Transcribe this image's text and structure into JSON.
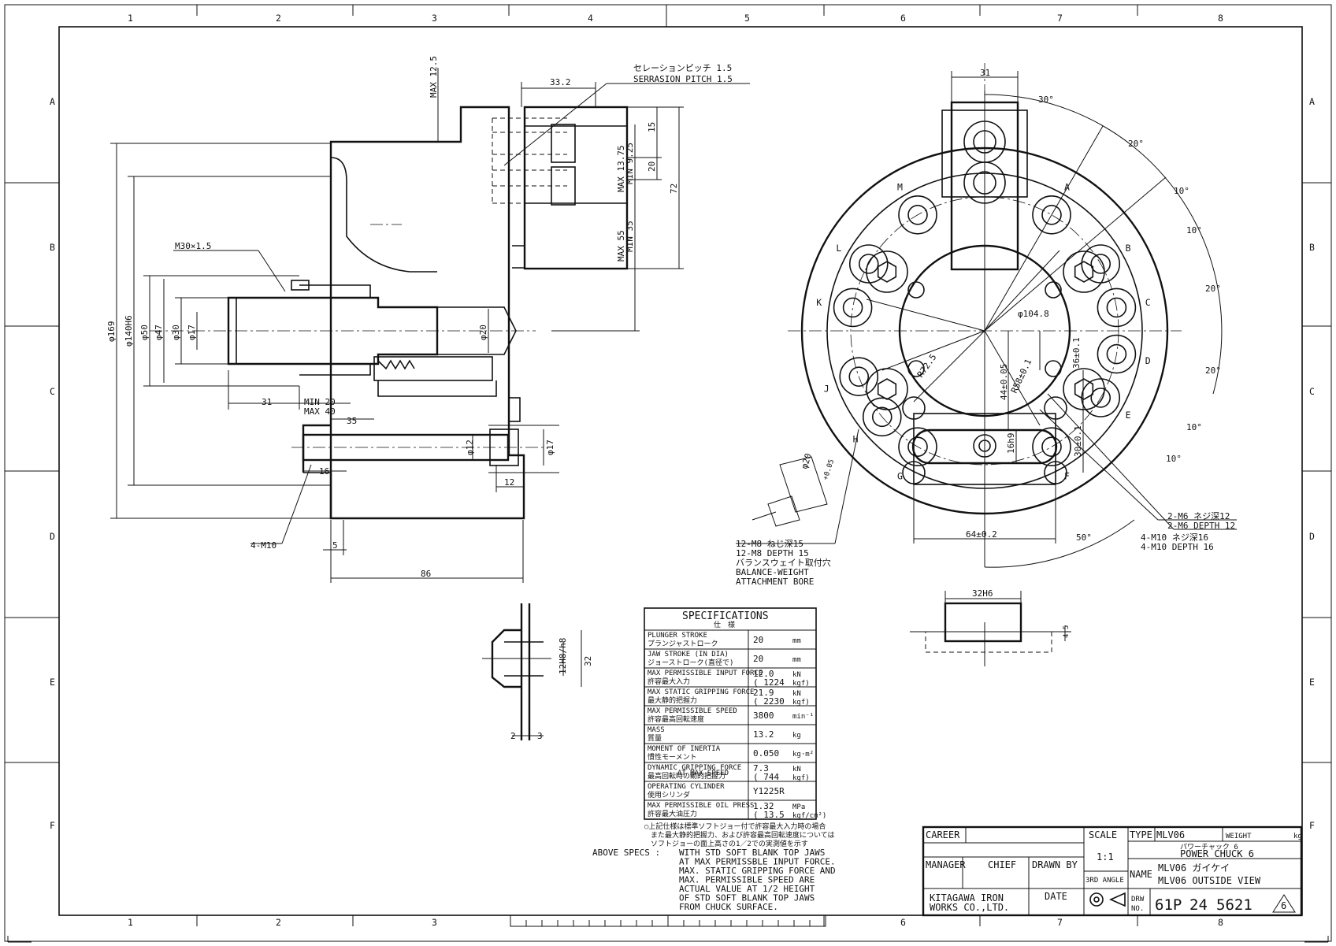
{
  "frame": {
    "columns": [
      "1",
      "2",
      "3",
      "4",
      "5",
      "6",
      "7",
      "8"
    ],
    "rows": [
      "A",
      "B",
      "C",
      "D",
      "E",
      "F"
    ]
  },
  "side_view": {
    "serration_jp": "セレーションピッチ 1.5",
    "serration_en": "SERRASION PITCH 1.5",
    "max125": "MAX 12.5",
    "d332": "33.2",
    "d15": "15",
    "d20": "20",
    "d72": "72",
    "max1375": "MAX 13.75",
    "min925": "MIN 9.25",
    "max55": "MAX 55",
    "min35": "MIN 35",
    "m30": "M30×1.5",
    "phi169": "φ169",
    "phi140": "φ140H6",
    "phi50": "φ50",
    "phi47": "φ47",
    "phi30": "φ30",
    "phi17": "φ17",
    "phi20": "φ20",
    "d31": "31",
    "min20": "MIN 20",
    "max40": "MAX 40",
    "d35": "35",
    "phi12": "φ12",
    "phi17b": "φ17",
    "d16": "16",
    "d12": "12",
    "m10": "4-M10",
    "d5": "5",
    "d86": "86"
  },
  "front_view": {
    "d31": "31",
    "a30": "30°",
    "a20a": "20°",
    "a10a": "10°",
    "a10b": "10°",
    "a20b": "20°",
    "a20c": "20°",
    "a10c": "10°",
    "a10d": "10°",
    "a50": "50°",
    "phi1048": "φ104.8",
    "r725": "R72.5",
    "r58": "R58±0.1",
    "d44": "44±0.05",
    "d36": "36±0.1",
    "d30": "30±0.1",
    "d16h9": "16h9",
    "d64": "64±0.2",
    "phi20": "φ20",
    "tol": "+0.05",
    "letters": [
      "A",
      "B",
      "C",
      "D",
      "E",
      "F",
      "G",
      "H",
      "J",
      "K",
      "L",
      "M"
    ],
    "m6_jp": "2-M6 ネジ深12",
    "m6_en": "2-M6 DEPTH 12",
    "m10_jp": "4-M10 ネジ深16",
    "m10_en": "4-M10 DEPTH 16",
    "m8_jp": "12-M8 ねじ深15",
    "m8_en": "12-M8 DEPTH 15",
    "bw_jp": "バランスウェイト取付穴",
    "bw_en1": "BALANCE-WEIGHT",
    "bw_en2": "ATTACHMENT BORE"
  },
  "detail": {
    "d32": "32",
    "d12h8": "12H8/h8",
    "d2": "2",
    "d3": "3",
    "d32h6": "32H6",
    "d45": "4.5"
  },
  "specs": {
    "title": "SPECIFICATIONS",
    "title_jp": "仕　様",
    "rows": [
      {
        "en": "PLUNGER STROKE",
        "jp": "プランジャストローク",
        "v1": "20",
        "v2": "",
        "u1": "mm",
        "u2": ""
      },
      {
        "en": "JAW STROKE (IN DIA)",
        "jp": "ジョーストローク(直径で)",
        "v1": "20",
        "v2": "",
        "u1": "mm",
        "u2": ""
      },
      {
        "en": "MAX PERMISSIBLE INPUT FORCE",
        "jp": "許容最大入力",
        "v1": "12.0",
        "v2": "( 1224",
        "u1": "kN",
        "u2": "kgf)"
      },
      {
        "en": "MAX STATIC GRIPPING FORCE",
        "jp": "最大静的把握力",
        "v1": "21.9",
        "v2": "( 2230",
        "u1": "kN",
        "u2": "kgf)"
      },
      {
        "en": "MAX PERMISSIBLE SPEED",
        "jp": "許容最高回転速度",
        "v1": "3800",
        "v2": "",
        "u1": "min⁻¹",
        "u2": ""
      },
      {
        "en": "MASS",
        "jp": "質量",
        "v1": "13.2",
        "v2": "",
        "u1": "kg",
        "u2": ""
      },
      {
        "en": "MOMENT OF INERTIA",
        "jp": "慣性モーメント",
        "v1": "0.050",
        "v2": "",
        "u1": "kg·m²",
        "u2": ""
      },
      {
        "en": "DYNAMIC GRIPPING FORCE",
        "en2": "AT MAX SPEED",
        "jp": "最高回転時の動的把握力",
        "v1": "7.3",
        "v2": "(  744",
        "u1": "kN",
        "u2": "kgf)"
      },
      {
        "en": "OPERATING CYLINDER",
        "jp": "使用シリンダ",
        "v1": "Y1225R",
        "v2": "",
        "u1": "",
        "u2": ""
      },
      {
        "en": "MAX PERMISSIBLE OIL PRESS",
        "jp": "許容最大油圧力",
        "v1": "1.32",
        "v2": "( 13.5",
        "u1": "MPa",
        "u2": "kgf/cm²)"
      }
    ],
    "note_jp1": "○上記仕様は標準ソフトジョー付で許容最大入力時の場合",
    "note_jp2": "また最大静的把握力、および許容最高回転速度については",
    "note_jp3": "ソフトジョーの面上高さの1／2での実測値を示す",
    "note_lead": "ABOVE SPECS :",
    "note_en": [
      "WITH STD SOFT BLANK TOP JAWS",
      "AT MAX PERMISSBLE INPUT FORCE.",
      "MAX. STATIC GRIPPING FORCE AND",
      "MAX. PERMISSIBLE SPEED ARE",
      "ACTUAL VALUE AT 1/2 HEIGHT",
      "OF STD SOFT BLANK TOP JAWS",
      "FROM CHUCK SURFACE."
    ]
  },
  "title_block": {
    "career": "CAREER",
    "scale_label": "SCALE",
    "scale_value": "1:1",
    "angle": "3RD ANGLE",
    "type_label": "TYPE",
    "type_value": "MLV06",
    "weight_label": "WEIGHT",
    "weight_unit": "kg",
    "jp_name": "パワーチャック 6",
    "en_name": "POWER CHUCK 6",
    "name_label": "NAME",
    "name_jp": "MLV06 ガイケイ",
    "name_en": "MLV06 OUTSIDE VIEW",
    "manager": "MANAGER",
    "chief": "CHIEF",
    "drawn": "DRAWN BY",
    "date": "DATE",
    "company1": "KITAGAWA IRON",
    "company2": "WORKS CO.,LTD.",
    "drw1": "DRW",
    "drw2": "NO.",
    "drw_no": "61P",
    "drw_no2": "24",
    "drw_no3": "5621",
    "rev": "6"
  }
}
